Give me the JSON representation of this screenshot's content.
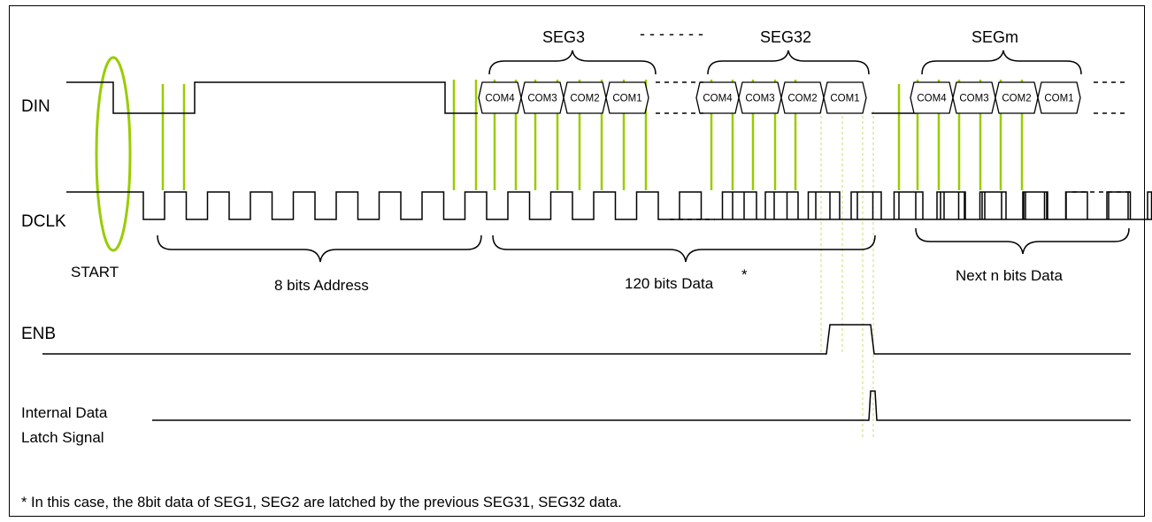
{
  "signals": {
    "din": "DIN",
    "dclk": "DCLK",
    "enb": "ENB",
    "latch_line1": "Internal Data",
    "latch_line2": "Latch Signal"
  },
  "markers": {
    "start": "START",
    "address": "8 bits Address",
    "data": "120 bits Data",
    "data_mark": "*",
    "next": "Next n bits Data"
  },
  "segments": [
    "SEG3",
    "SEG32",
    "SEGm"
  ],
  "separator": "- - - - - - -",
  "com_labels": [
    "COM4",
    "COM3",
    "COM2",
    "COM1"
  ],
  "footnote": "* In this case, the 8bit data of SEG1, SEG2 are latched by the previous SEG31, SEG32 data.",
  "colors": {
    "strobe": "#99cc00",
    "guide": "#c8dc6e",
    "line": "#000000"
  }
}
